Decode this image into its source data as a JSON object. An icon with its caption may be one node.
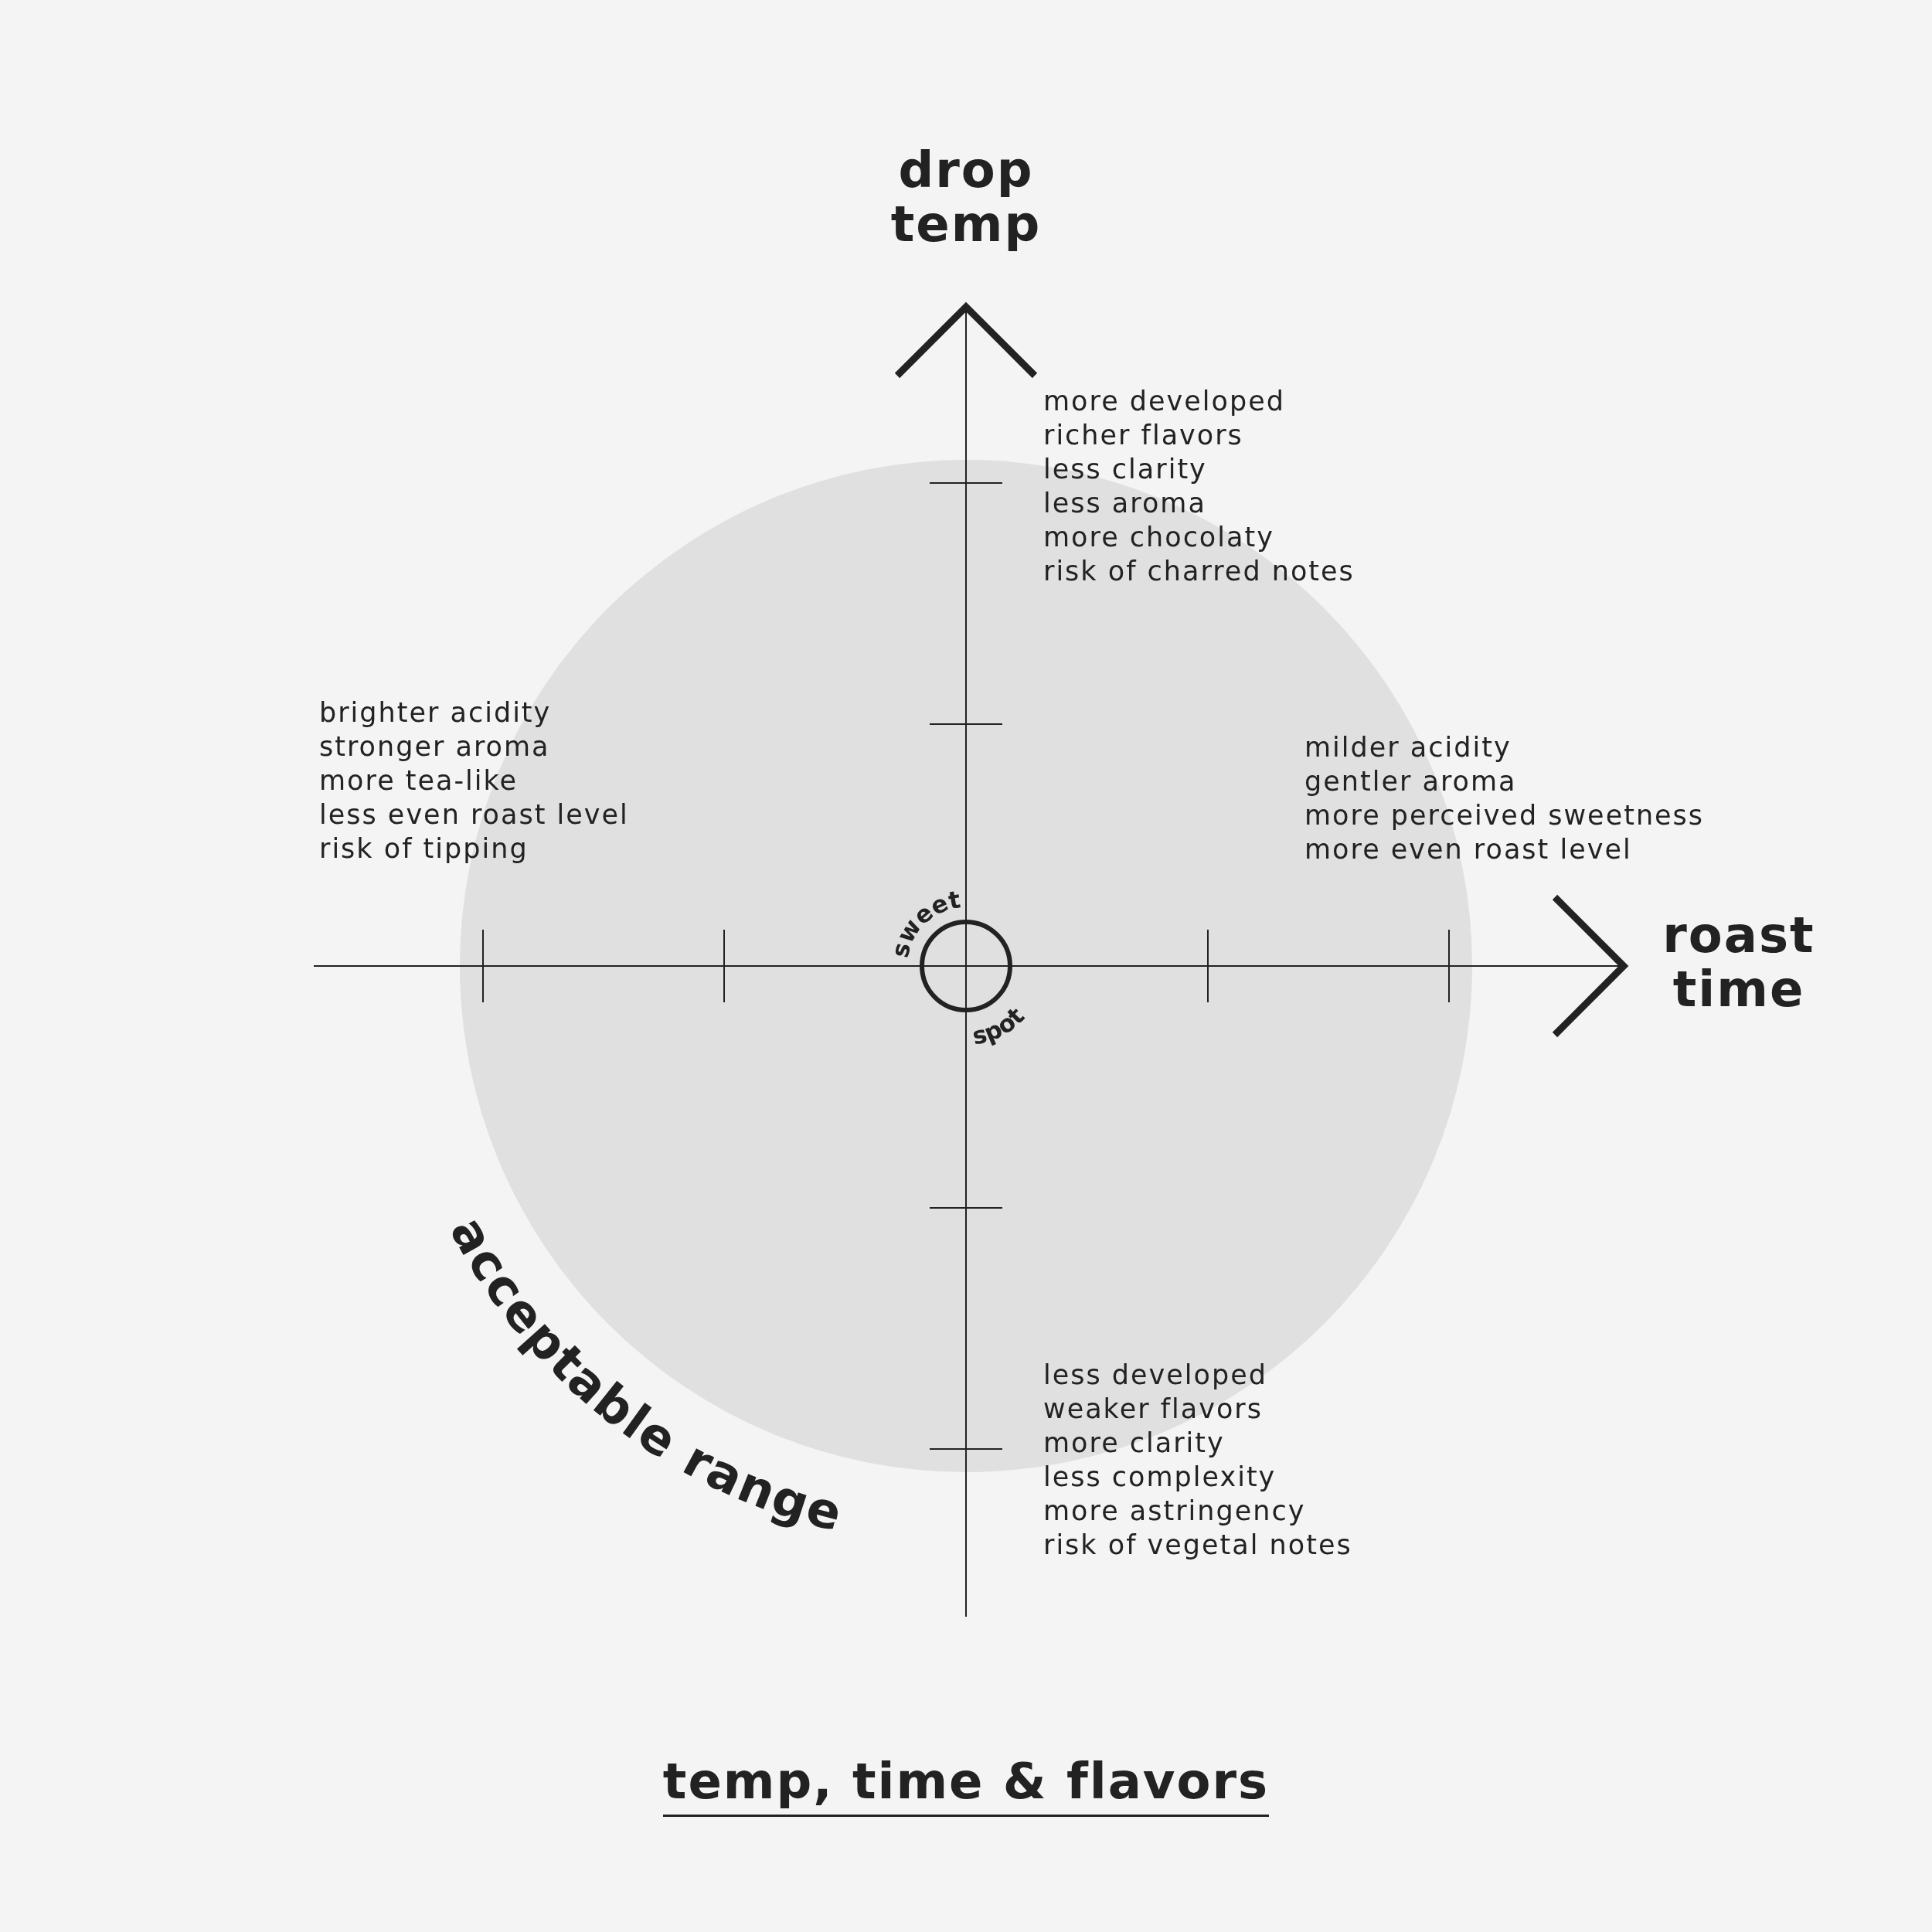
{
  "diagram": {
    "title": "temp, time & flavors",
    "nodes": [
      {
        "text": [
          "acceptable range"
        ]
      },
      {
        "text": [
          "sweet",
          "spot"
        ],
        "in": 0
      }
    ],
    "labels": [
      "drop temp",
      "more developed",
      "richer flavors",
      "less clarity",
      "less aroma",
      "more chocolaty",
      "risk of charred notes",
      "brighter acidity",
      "stronger aroma",
      "more tea-like",
      "less even roast level",
      "risk of tipping",
      "milder acidity",
      "gentler aroma",
      "more perceived sweetness",
      "more even roast level",
      "roast time",
      "less developed",
      "weaker flavors",
      "more clarity",
      "less complexity",
      "more astringency",
      "risk of vegetal notes"
    ]
  }
}
